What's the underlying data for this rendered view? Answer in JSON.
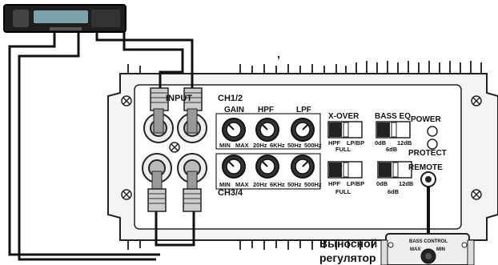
{
  "head_unit": {
    "display_text": ""
  },
  "amp": {
    "input_label": "INPUT",
    "ch12_label": "CH1/2",
    "ch34_label": "CH3/4",
    "knobs_top": [
      {
        "title": "GAIN",
        "min": "MIN",
        "max": "MAX"
      },
      {
        "title": "HPF",
        "min": "20Hz",
        "max": "6KHz"
      },
      {
        "title": "LPF",
        "min": "50Hz",
        "max": "500Hz"
      }
    ],
    "knobs_bottom": [
      {
        "min": "MIN",
        "max": "MAX"
      },
      {
        "min": "20Hz",
        "max": "6KHz"
      },
      {
        "min": "50Hz",
        "max": "500Hz"
      }
    ],
    "xover_title": "X-OVER",
    "xover_left": "HPF",
    "xover_right": "LP/BP",
    "xover_center": "FULL",
    "basseq_title": "BASS EQ",
    "basseq_left": "0dB",
    "basseq_right": "12dB",
    "basseq_center": "6dB",
    "power_label": "POWER",
    "protect_label": "PROTECT",
    "remote_label": "REMOTE"
  },
  "remote_controller": {
    "title": "BASS CONTROL",
    "max": "MAX",
    "min": "MIN"
  },
  "caption": {
    "line1": "Выносной",
    "line2": "регулятор"
  },
  "stray_mark": ","
}
